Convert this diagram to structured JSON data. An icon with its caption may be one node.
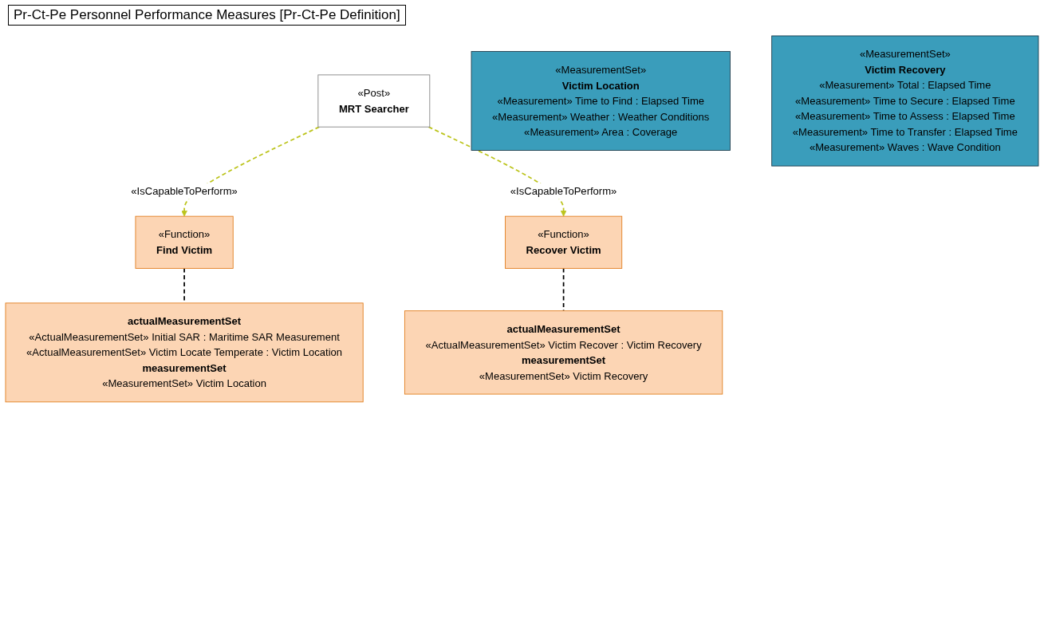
{
  "diagram": {
    "title": "Pr-Ct-Pe Personnel Performance Measures [Pr-Ct-Pe Definition]",
    "nodes": [
      {
        "text": [
          "«Post»",
          "MRT Searcher"
        ]
      },
      {
        "text": [
          "«Function»",
          "Find Victim"
        ]
      },
      {
        "text": [
          "«Function»",
          "Recover Victim"
        ]
      },
      {
        "text": [
          "actualMeasurementSet",
          "«ActualMeasurementSet» Initial SAR : Maritime SAR Measurement",
          "«ActualMeasurementSet» Victim Locate Temperate : Victim Location",
          "measurementSet",
          "«MeasurementSet» Victim Location"
        ]
      },
      {
        "text": [
          "actualMeasurementSet",
          "«ActualMeasurementSet» Victim Recover : Victim Recovery",
          "measurementSet",
          "«MeasurementSet» Victim Recovery"
        ]
      },
      {
        "text": [
          "«MeasurementSet»",
          "Victim Location",
          "«Measurement» Time to Find : Elapsed Time",
          "«Measurement» Weather : Weather Conditions",
          "«Measurement» Area : Coverage"
        ]
      },
      {
        "text": [
          "«MeasurementSet»",
          "Victim Recovery",
          "«Measurement» Total : Elapsed Time",
          "«Measurement» Time to Secure : Elapsed Time",
          "«Measurement» Time to Assess : Elapsed Time",
          "«Measurement» Time to Transfer : Elapsed Time",
          "«Measurement» Waves : Wave Condition"
        ]
      }
    ],
    "edges": [
      {
        "from": 0,
        "to": 1,
        "arrow": "to",
        "label": "«IsCapableToPerform»",
        "style": "dashed",
        "color": "#bcc41c"
      },
      {
        "from": 0,
        "to": 2,
        "arrow": "to",
        "label": "«IsCapableToPerform»",
        "style": "dashed",
        "color": "#bcc41c"
      },
      {
        "from": 1,
        "to": 3,
        "arrow": "none",
        "style": "dashed",
        "color": "#000000"
      },
      {
        "from": 2,
        "to": 4,
        "arrow": "none",
        "style": "dashed",
        "color": "#000000"
      }
    ]
  }
}
